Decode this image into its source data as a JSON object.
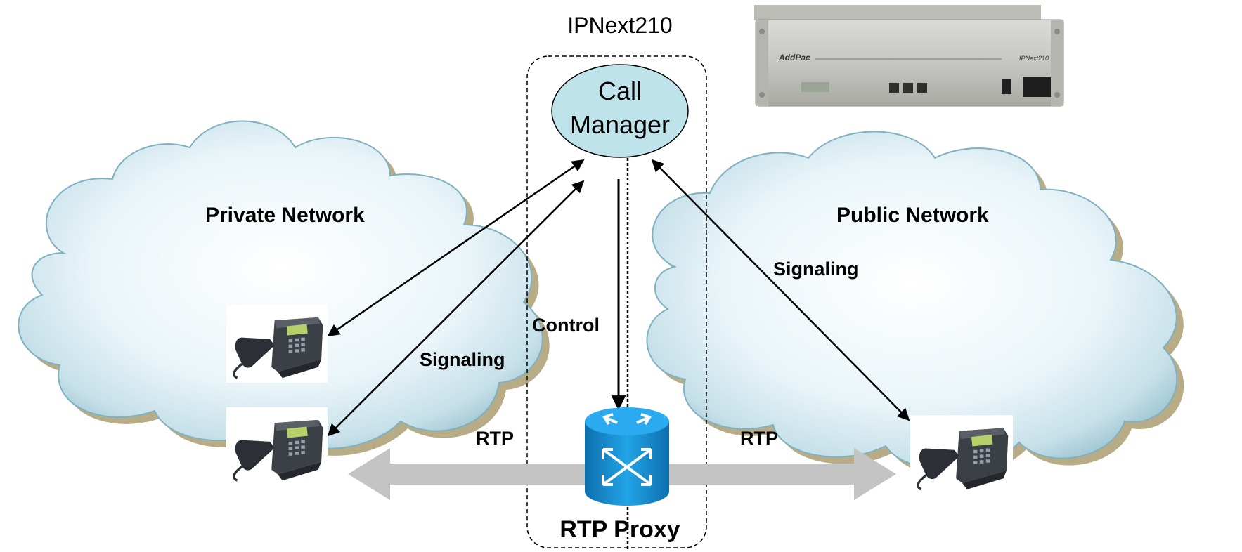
{
  "device": {
    "title": "IPNext210",
    "brand": "AddPac",
    "model": "IPNext210"
  },
  "call_manager": {
    "line1": "Call",
    "line2": "Manager"
  },
  "rtp_proxy": {
    "label": "RTP Proxy"
  },
  "networks": {
    "private": "Private Network",
    "public": "Public Network"
  },
  "links": {
    "signaling_private": "Signaling",
    "signaling_public": "Signaling",
    "control": "Control",
    "rtp_left": "RTP",
    "rtp_right": "RTP"
  },
  "colors": {
    "cloud_light": "#eef7fa",
    "cloud_edge": "#7fb1c1",
    "cloud_shadow": "#b9ad88",
    "call_manager_fill": "#bfe3ea",
    "router_blue": "#1a8fd0",
    "rtp_arrow": "#c4c4c4"
  },
  "icons": [
    "ip-phone-icon",
    "router-switch-icon",
    "rack-device-icon"
  ]
}
